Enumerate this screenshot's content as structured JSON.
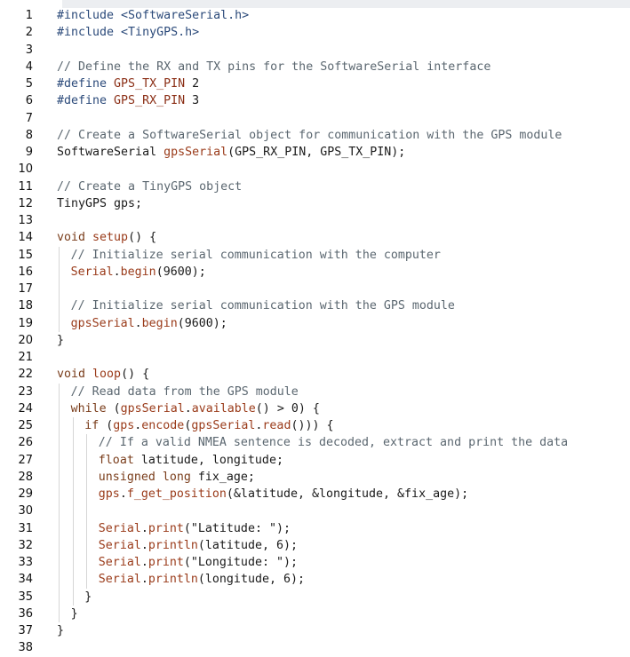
{
  "colors": {
    "background": "#ffffff",
    "line_number": "#111111",
    "comment": "#5b6770",
    "keyword": "#7a3d1b",
    "function": "#9a3b1a",
    "default_text": "#1a1a1a",
    "indent_guide": "#d6d6d6"
  },
  "lines": [
    {
      "n": "1",
      "indent": 0,
      "tokens": [
        {
          "t": "#include <SoftwareSerial.h>",
          "c": "pre"
        }
      ]
    },
    {
      "n": "2",
      "indent": 0,
      "tokens": [
        {
          "t": "#include <TinyGPS.h>",
          "c": "pre"
        }
      ]
    },
    {
      "n": "3",
      "indent": 0,
      "tokens": []
    },
    {
      "n": "4",
      "indent": 0,
      "tokens": [
        {
          "t": "// Define the RX and TX pins for the SoftwareSerial interface",
          "c": "com"
        }
      ]
    },
    {
      "n": "5",
      "indent": 0,
      "tokens": [
        {
          "t": "#define ",
          "c": "pre"
        },
        {
          "t": "GPS_TX_PIN",
          "c": "def"
        },
        {
          "t": " 2",
          "c": ""
        }
      ]
    },
    {
      "n": "6",
      "indent": 0,
      "tokens": [
        {
          "t": "#define ",
          "c": "pre"
        },
        {
          "t": "GPS_RX_PIN",
          "c": "def"
        },
        {
          "t": " 3",
          "c": ""
        }
      ]
    },
    {
      "n": "7",
      "indent": 0,
      "tokens": []
    },
    {
      "n": "8",
      "indent": 0,
      "tokens": [
        {
          "t": "// Create a SoftwareSerial object for communication with the GPS module",
          "c": "com"
        }
      ]
    },
    {
      "n": "9",
      "indent": 0,
      "tokens": [
        {
          "t": "SoftwareSerial ",
          "c": ""
        },
        {
          "t": "gpsSerial",
          "c": "fn"
        },
        {
          "t": "(GPS_RX_PIN, GPS_TX_PIN);",
          "c": ""
        }
      ]
    },
    {
      "n": "10",
      "indent": 0,
      "tokens": []
    },
    {
      "n": "11",
      "indent": 0,
      "tokens": [
        {
          "t": "// Create a TinyGPS object",
          "c": "com"
        }
      ]
    },
    {
      "n": "12",
      "indent": 0,
      "tokens": [
        {
          "t": "TinyGPS gps;",
          "c": ""
        }
      ]
    },
    {
      "n": "13",
      "indent": 0,
      "tokens": []
    },
    {
      "n": "14",
      "indent": 0,
      "tokens": [
        {
          "t": "void ",
          "c": "kw"
        },
        {
          "t": "setup",
          "c": "fn"
        },
        {
          "t": "() {",
          "c": ""
        }
      ]
    },
    {
      "n": "15",
      "indent": 1,
      "tokens": [
        {
          "t": "// Initialize serial communication with the computer",
          "c": "com"
        }
      ]
    },
    {
      "n": "16",
      "indent": 1,
      "tokens": [
        {
          "t": "Serial",
          "c": "fn"
        },
        {
          "t": ".",
          "c": ""
        },
        {
          "t": "begin",
          "c": "fn"
        },
        {
          "t": "(9600);",
          "c": ""
        }
      ]
    },
    {
      "n": "17",
      "indent": 1,
      "tokens": []
    },
    {
      "n": "18",
      "indent": 1,
      "tokens": [
        {
          "t": "// Initialize serial communication with the GPS module",
          "c": "com"
        }
      ]
    },
    {
      "n": "19",
      "indent": 1,
      "tokens": [
        {
          "t": "gpsSerial",
          "c": "fn"
        },
        {
          "t": ".",
          "c": ""
        },
        {
          "t": "begin",
          "c": "fn"
        },
        {
          "t": "(9600);",
          "c": ""
        }
      ]
    },
    {
      "n": "20",
      "indent": 0,
      "tokens": [
        {
          "t": "}",
          "c": ""
        }
      ]
    },
    {
      "n": "21",
      "indent": 0,
      "tokens": []
    },
    {
      "n": "22",
      "indent": 0,
      "tokens": [
        {
          "t": "void ",
          "c": "kw"
        },
        {
          "t": "loop",
          "c": "fn"
        },
        {
          "t": "() {",
          "c": ""
        }
      ]
    },
    {
      "n": "23",
      "indent": 1,
      "tokens": [
        {
          "t": "// Read data from the GPS module",
          "c": "com"
        }
      ]
    },
    {
      "n": "24",
      "indent": 1,
      "tokens": [
        {
          "t": "while ",
          "c": "kw"
        },
        {
          "t": "(",
          "c": ""
        },
        {
          "t": "gpsSerial",
          "c": "fn"
        },
        {
          "t": ".",
          "c": ""
        },
        {
          "t": "available",
          "c": "fn"
        },
        {
          "t": "() > 0) {",
          "c": ""
        }
      ]
    },
    {
      "n": "25",
      "indent": 2,
      "tokens": [
        {
          "t": "if ",
          "c": "kw"
        },
        {
          "t": "(",
          "c": ""
        },
        {
          "t": "gps",
          "c": "fn"
        },
        {
          "t": ".",
          "c": ""
        },
        {
          "t": "encode",
          "c": "fn"
        },
        {
          "t": "(",
          "c": ""
        },
        {
          "t": "gpsSerial",
          "c": "fn"
        },
        {
          "t": ".",
          "c": ""
        },
        {
          "t": "read",
          "c": "fn"
        },
        {
          "t": "())) {",
          "c": ""
        }
      ]
    },
    {
      "n": "26",
      "indent": 3,
      "tokens": [
        {
          "t": "// If a valid NMEA sentence is decoded, extract and print the data",
          "c": "com"
        }
      ]
    },
    {
      "n": "27",
      "indent": 3,
      "tokens": [
        {
          "t": "float ",
          "c": "kw"
        },
        {
          "t": "latitude, longitude;",
          "c": ""
        }
      ]
    },
    {
      "n": "28",
      "indent": 3,
      "tokens": [
        {
          "t": "unsigned long ",
          "c": "kw"
        },
        {
          "t": "fix_age;",
          "c": ""
        }
      ]
    },
    {
      "n": "29",
      "indent": 3,
      "tokens": [
        {
          "t": "gps",
          "c": "fn"
        },
        {
          "t": ".",
          "c": ""
        },
        {
          "t": "f_get_position",
          "c": "fn"
        },
        {
          "t": "(&latitude, &longitude, &fix_age);",
          "c": ""
        }
      ]
    },
    {
      "n": "30",
      "indent": 3,
      "tokens": []
    },
    {
      "n": "31",
      "indent": 3,
      "tokens": [
        {
          "t": "Serial",
          "c": "fn"
        },
        {
          "t": ".",
          "c": ""
        },
        {
          "t": "print",
          "c": "fn"
        },
        {
          "t": "(\"Latitude: \");",
          "c": ""
        }
      ]
    },
    {
      "n": "32",
      "indent": 3,
      "tokens": [
        {
          "t": "Serial",
          "c": "fn"
        },
        {
          "t": ".",
          "c": ""
        },
        {
          "t": "println",
          "c": "fn"
        },
        {
          "t": "(latitude, 6);",
          "c": ""
        }
      ]
    },
    {
      "n": "33",
      "indent": 3,
      "tokens": [
        {
          "t": "Serial",
          "c": "fn"
        },
        {
          "t": ".",
          "c": ""
        },
        {
          "t": "print",
          "c": "fn"
        },
        {
          "t": "(\"Longitude: \");",
          "c": ""
        }
      ]
    },
    {
      "n": "34",
      "indent": 3,
      "tokens": [
        {
          "t": "Serial",
          "c": "fn"
        },
        {
          "t": ".",
          "c": ""
        },
        {
          "t": "println",
          "c": "fn"
        },
        {
          "t": "(longitude, 6);",
          "c": ""
        }
      ]
    },
    {
      "n": "35",
      "indent": 2,
      "tokens": [
        {
          "t": "}",
          "c": ""
        }
      ]
    },
    {
      "n": "36",
      "indent": 1,
      "tokens": [
        {
          "t": "}",
          "c": ""
        }
      ]
    },
    {
      "n": "37",
      "indent": 0,
      "tokens": [
        {
          "t": "}",
          "c": ""
        }
      ]
    },
    {
      "n": "38",
      "indent": 0,
      "tokens": []
    }
  ]
}
